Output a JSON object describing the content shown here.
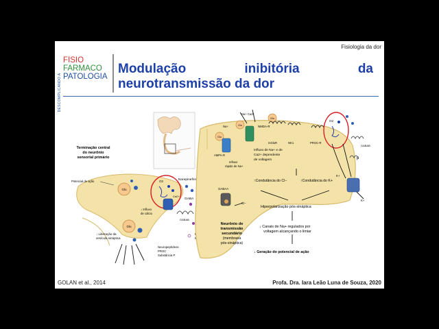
{
  "header": {
    "section": "Fisiologia da dor"
  },
  "sidebar_text": "DESCOMPLICANDO A",
  "logo": {
    "line1": "FISIO",
    "line2": "FARMACO",
    "line3": "PATOLOGIA"
  },
  "title": {
    "w1": "Modulação",
    "w2": "inibitória",
    "w3": "da",
    "line2": "neurotransmissão da dor"
  },
  "left_figure": {
    "term_label_1": "Terminação central",
    "term_label_2": "do neurônio",
    "term_label_3": "sensorial primário",
    "potencial": "Potencial de ação",
    "glu": "Glu",
    "o2": "O2",
    "ca": "Ca2+",
    "norepinefrina": "Norepinefrina",
    "gaba": "GABA",
    "influxo_1": "↓ Influxo",
    "influxo_2": "de cálcio",
    "gabab": "GABAB",
    "endorfinas": "Endorfinas",
    "encefalinas": "Encefalinas",
    "liberacao_1": "↓ Liberação da",
    "liberacao_2": "vesícula sináptica",
    "neuro_1": "Neuropeptídeos",
    "neuro_2": "PRGC",
    "neuro_3": "Substância P"
  },
  "right_figure": {
    "na_ca": "Na+ Ca2+",
    "na": "Na+",
    "glu": "Glu",
    "nmda": "NMDA-R",
    "ampa": "AMPA-R",
    "mglur": "mGluR",
    "nk1": "NK1",
    "prgc": "PRGC-R",
    "o2": "O2",
    "gabab": "GABAB",
    "mu": "μ",
    "influxo_rapido_1": "Influxo",
    "influxo_rapido_2": "rápido de Na+",
    "influxo_na_1": "Influxo de Na+ e de",
    "influxo_na_2": "Ca2+ dependente",
    "influxo_na_3": "de voltagem",
    "k": "K+",
    "k2": "K+",
    "gaba_a": "GABAA",
    "cl": "Cl−",
    "condutancia_cl": "↑Condutância do Cl−",
    "condutancia_k": "↑Condutância do K+",
    "hiperpolarizacao": "Hiperpolarização pós-sináptica",
    "neuronio_1": "Neurônio de",
    "neuronio_2": "transmissão",
    "neuronio_3": "secundário",
    "neuronio_4": "(membrana",
    "neuronio_5": "pós-sináptica)",
    "canais_1": "↓ Canais de Na+ regulados por",
    "canais_2": "voltagem alcançando o limiar",
    "geracao": "↓ Geração do potencial de ação"
  },
  "footer": {
    "citation": "GOLAN et al., 2014",
    "author": "Profa. Dra. Iara Leão Luna de Souza, 2020"
  },
  "colors": {
    "title_blue": "#1d3fa8",
    "fisio_red": "#d6312b",
    "farmaco_green": "#2f8f3a",
    "patologia_blue": "#1d4fa0",
    "membrane_yellow": "#f4e3a8",
    "highlight_red": "#d81f26"
  }
}
